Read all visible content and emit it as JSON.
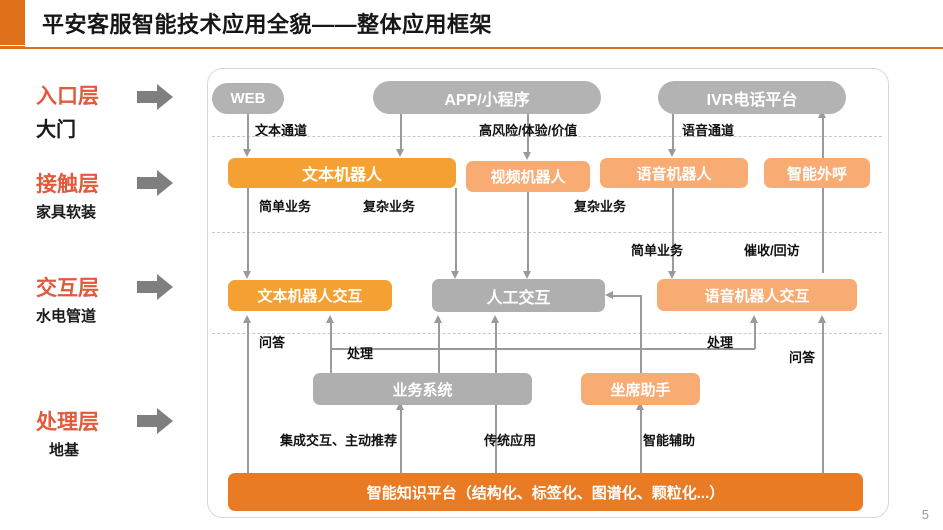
{
  "header": {
    "title": "平安客服智能技术应用全貌——整体应用框架",
    "accent_color": "#E0701A"
  },
  "page_number": "5",
  "rail": {
    "layers": [
      {
        "title": "入口层",
        "subtitle": "大门",
        "arrow_icon": "right-arrow-icon"
      },
      {
        "title": "接触层",
        "subtitle": "家具软装",
        "arrow_icon": "right-arrow-icon"
      },
      {
        "title": "交互层",
        "subtitle": "水电管道",
        "arrow_icon": "right-arrow-icon"
      },
      {
        "title": "处理层",
        "subtitle": "地基",
        "arrow_icon": "right-arrow-icon"
      }
    ],
    "title_color": "#E2593B",
    "subtitle_color": "#1a1a1a"
  },
  "diagram": {
    "entry_nodes": [
      {
        "label": "WEB",
        "color": "#B3B3B3"
      },
      {
        "label": "APP/小程序",
        "color": "#B3B3B3"
      },
      {
        "label": "IVR电话平台",
        "color": "#B3B3B3"
      }
    ],
    "contact_nodes": [
      {
        "label": "文本机器人",
        "color": "#F5A033"
      },
      {
        "label": "视频机器人",
        "color": "#F8AC74"
      },
      {
        "label": "语音机器人",
        "color": "#F8AC74"
      },
      {
        "label": "智能外呼",
        "color": "#F8AC74"
      }
    ],
    "interaction_nodes": [
      {
        "label": "文本机器人交互",
        "color": "#F5A033"
      },
      {
        "label": "人工交互",
        "color": "#AFAFAF"
      },
      {
        "label": "语音机器人交互",
        "color": "#F8AC74"
      }
    ],
    "process_nodes": [
      {
        "label": "业务系统",
        "color": "#AFAFAF"
      },
      {
        "label": "坐席助手",
        "color": "#F8AC74"
      }
    ],
    "foundation": {
      "label": "智能知识平台（结构化、标签化、图谱化、颗粒化...）",
      "color": "#E97B24"
    },
    "flow_labels": {
      "text_channel": "文本通道",
      "high_risk": "高风险/体验/价值",
      "voice_channel": "语音通道",
      "simple_business_1": "简单业务",
      "complex_business_1": "复杂业务",
      "complex_business_2": "复杂业务",
      "simple_business_2": "简单业务",
      "collection_revisit": "催收/回访",
      "qa_left": "问答",
      "handle_left": "处理",
      "handle_right": "处理",
      "qa_right": "问答",
      "integrated": "集成交互、主动推荐",
      "traditional": "传统应用",
      "smart_assist": "智能辅助"
    }
  }
}
